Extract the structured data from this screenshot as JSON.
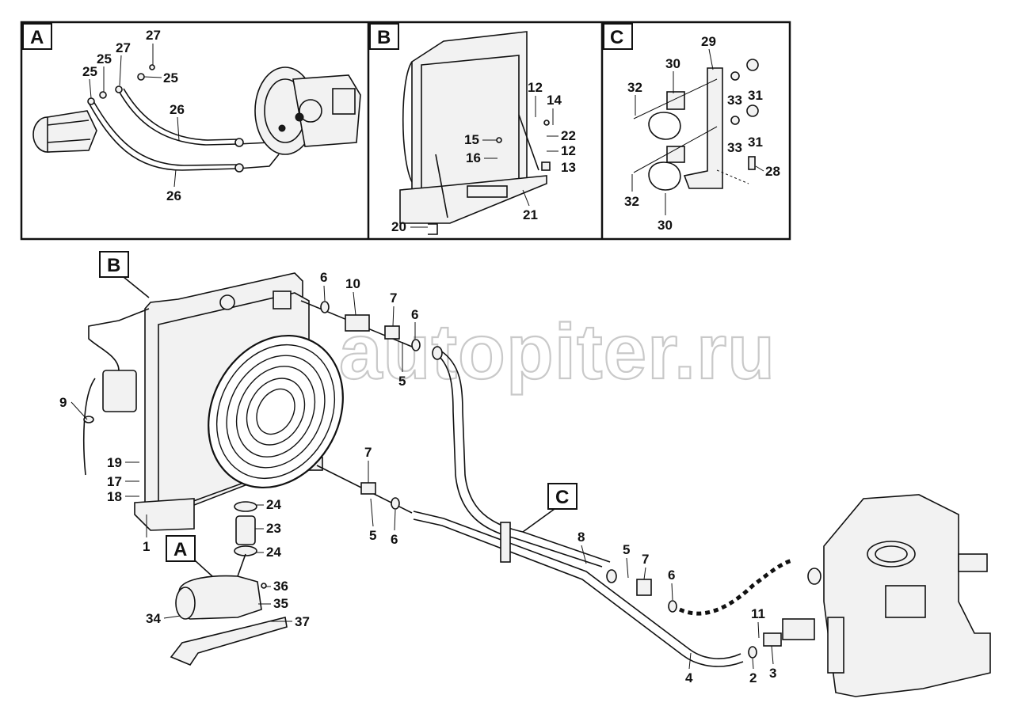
{
  "watermark": "autopiter.ru",
  "panels": [
    {
      "id": "A",
      "label": "A",
      "callouts": [
        "27",
        "25",
        "27",
        "25",
        "25",
        "26",
        "26"
      ]
    },
    {
      "id": "B",
      "label": "B",
      "callouts": [
        "12",
        "14",
        "15",
        "22",
        "16",
        "12",
        "13",
        "20",
        "21"
      ]
    },
    {
      "id": "C",
      "label": "C",
      "callouts": [
        "29",
        "30",
        "32",
        "33",
        "31",
        "33",
        "31",
        "28",
        "32",
        "30"
      ]
    }
  ],
  "main_labels": {
    "B": "B",
    "A": "A",
    "C": "C"
  },
  "callouts": {
    "p27a": "27",
    "p25a": "25",
    "p27b": "27",
    "p25b": "25",
    "p25c": "25",
    "p26a": "26",
    "p26b": "26",
    "p12a": "12",
    "p14": "14",
    "p15": "15",
    "p22": "22",
    "p16": "16",
    "p12b": "12",
    "p13": "13",
    "p20": "20",
    "p21": "21",
    "p29": "29",
    "p30a": "30",
    "p32a": "32",
    "p33a": "33",
    "p31a": "31",
    "p33b": "33",
    "p31b": "31",
    "p28": "28",
    "p32b": "32",
    "p30b": "30",
    "m6a": "6",
    "m10": "10",
    "m7a": "7",
    "m6b": "6",
    "m5a": "5",
    "m9": "9",
    "m19": "19",
    "m17": "17",
    "m18": "18",
    "m1": "1",
    "m24a": "24",
    "m23": "23",
    "m24b": "24",
    "m7b": "7",
    "m5b": "5",
    "m6c": "6",
    "m8": "8",
    "m5c": "5",
    "m7c": "7",
    "m6d": "6",
    "m36": "36",
    "m35": "35",
    "m34": "34",
    "m37": "37",
    "m11": "11",
    "m4": "4",
    "m2": "2",
    "m3": "3"
  }
}
